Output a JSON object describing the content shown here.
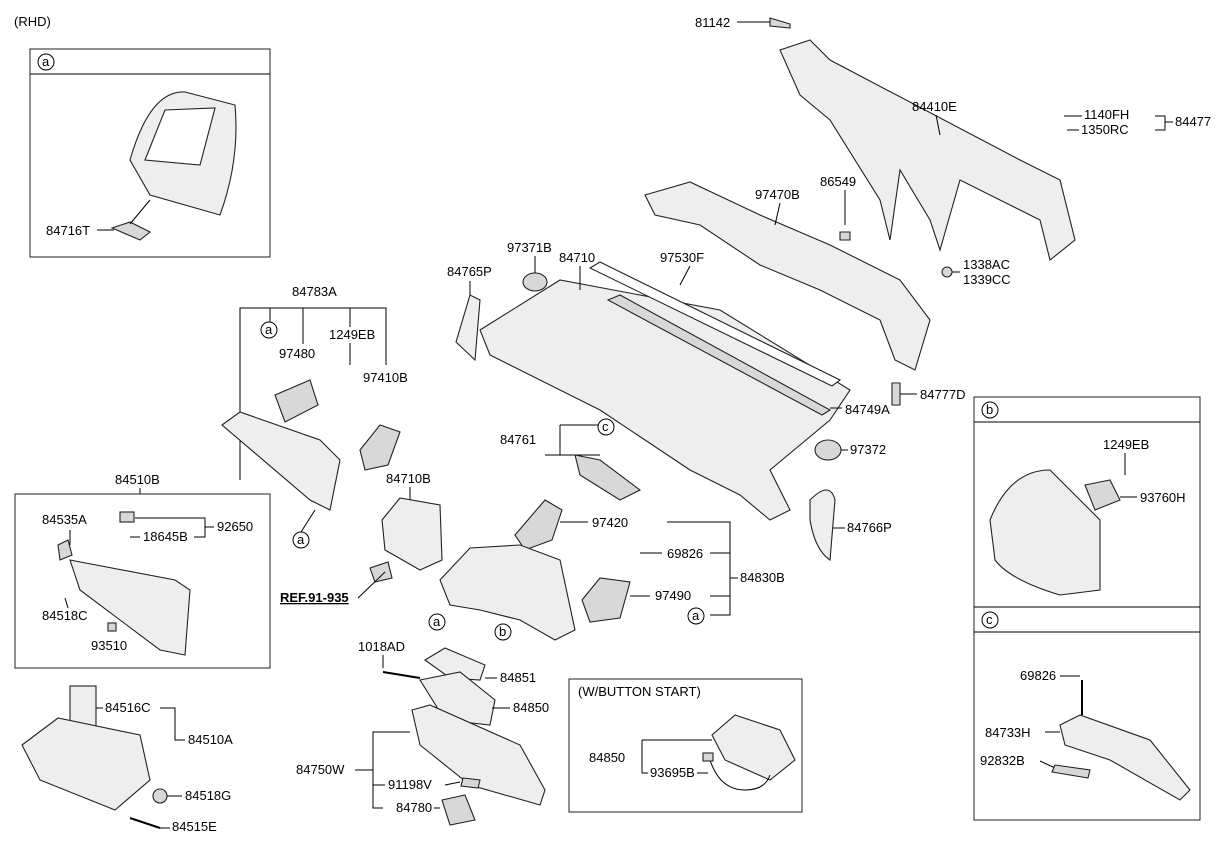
{
  "header": {
    "variant": "(RHD)"
  },
  "insets": {
    "a": {
      "letter": "a",
      "part": "84716T"
    },
    "b": {
      "letter": "b",
      "bolt": "1249EB",
      "part": "93760H"
    },
    "c": {
      "letter": "c",
      "bolt": "69826",
      "part1": "84733H",
      "part2": "92832B"
    },
    "glovebox": {
      "title": "84510B",
      "p1": "84535A",
      "p2": "18645B",
      "p3": "92650",
      "p4": "84518C",
      "p5": "93510"
    },
    "button_start": {
      "title": "(W/BUTTON START)",
      "p1": "84850",
      "p2": "93695B"
    }
  },
  "labels": {
    "l81142": "81142",
    "l84410E": "84410E",
    "l1140FH": "1140FH",
    "l1350RC": "1350RC",
    "l84477": "84477",
    "l97470B": "97470B",
    "l86549": "86549",
    "l1338AC": "1338AC",
    "l1339CC": "1339CC",
    "l97371B": "97371B",
    "l84710": "84710",
    "l97530F": "97530F",
    "l84765P": "84765P",
    "l84777D": "84777D",
    "l84749A": "84749A",
    "l84783A": "84783A",
    "l97480": "97480",
    "l1249EB": "1249EB",
    "l97410B": "97410B",
    "l84761": "84761",
    "l97372": "97372",
    "l84710B": "84710B",
    "l84766P": "84766P",
    "l97420": "97420",
    "l69826": "69826",
    "l84830B": "84830B",
    "l97490": "97490",
    "lREF": "REF.91-935",
    "l1018AD": "1018AD",
    "l84851": "84851",
    "l84850": "84850",
    "l84750W": "84750W",
    "l91198V": "91198V",
    "l84780": "84780",
    "l84516C": "84516C",
    "l84510A": "84510A",
    "l84518G": "84518G",
    "l84515E": "84515E"
  },
  "callouts": {
    "a": "a",
    "b": "b",
    "c": "c"
  }
}
